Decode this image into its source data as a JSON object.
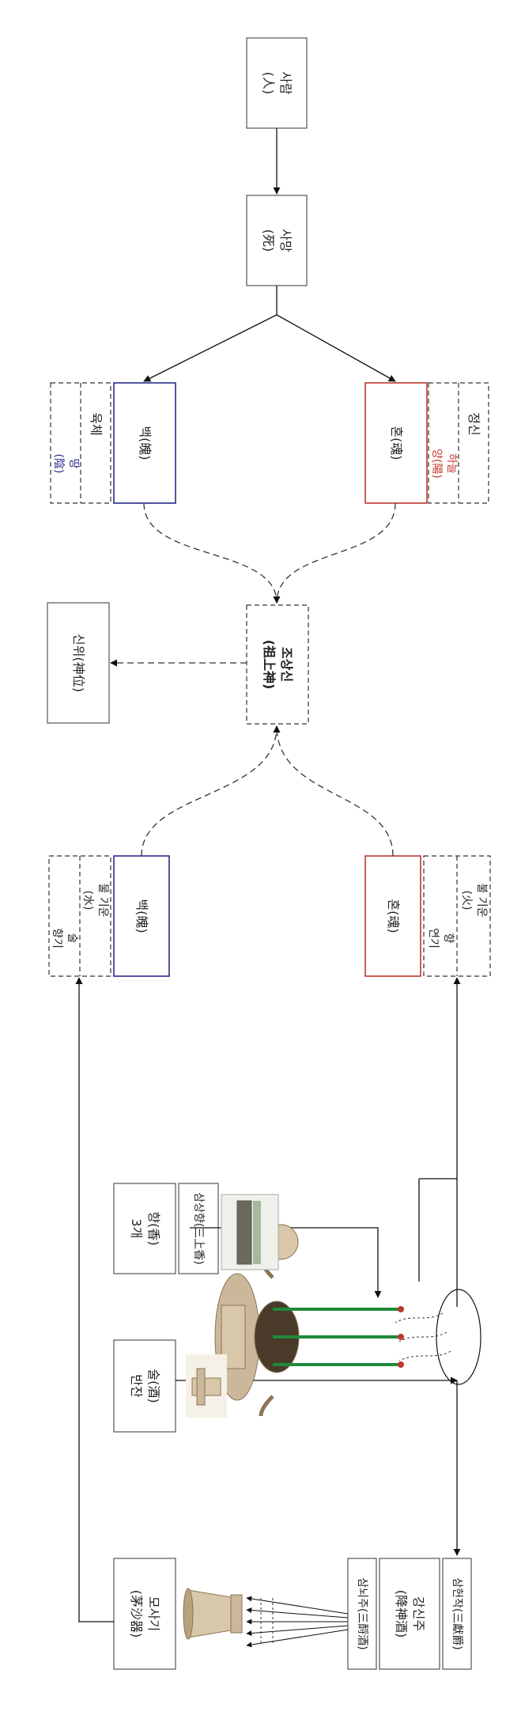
{
  "nodes": {
    "person": {
      "line1": "사람",
      "line2": "(人)"
    },
    "death": {
      "line1": "사망",
      "line2": "(死)"
    },
    "hon_top": {
      "label": "혼(魂)"
    },
    "baek_top": {
      "label": "백(魄)"
    },
    "hon_top_attr": {
      "a": "정신",
      "b1": "하늘",
      "b2": "양(陽)"
    },
    "baek_top_attr": {
      "a": "육체",
      "b1": "땅",
      "b2": "(陰)"
    },
    "ancestor": {
      "line1": "조상신",
      "line2": "(祖上神)"
    },
    "tablet": {
      "label": "신위(神位)"
    },
    "hon_bottom": {
      "label": "혼(魂)"
    },
    "baek_bottom": {
      "label": "백(魄)"
    },
    "hon_bottom_attr": {
      "a1": "불 기운",
      "a2": "(火)",
      "b1": "향",
      "b2": "연기"
    },
    "baek_bottom_attr": {
      "a1": "물 기운",
      "a2": "(水)",
      "b1": "술",
      "b2": "향기"
    },
    "incense": {
      "title": "삼상향(三上香)",
      "line1": "향(香)",
      "line2": "3개"
    },
    "wine": {
      "line1": "술(酒)",
      "line2": "반잔"
    },
    "sand_bowl": {
      "line1": "모사기",
      "line2": "(茅沙器)"
    },
    "three_offerings": {
      "label": "삼헌작(三獻爵)"
    },
    "descend_wine": {
      "line1": "강신주",
      "line2": "(降神酒)"
    },
    "three_pours": {
      "label": "삼뇌주(三酹酒)"
    }
  },
  "colors": {
    "hon": "#c0392b",
    "baek": "#2a2a8a",
    "line": "#111111",
    "dash": "#333333"
  }
}
